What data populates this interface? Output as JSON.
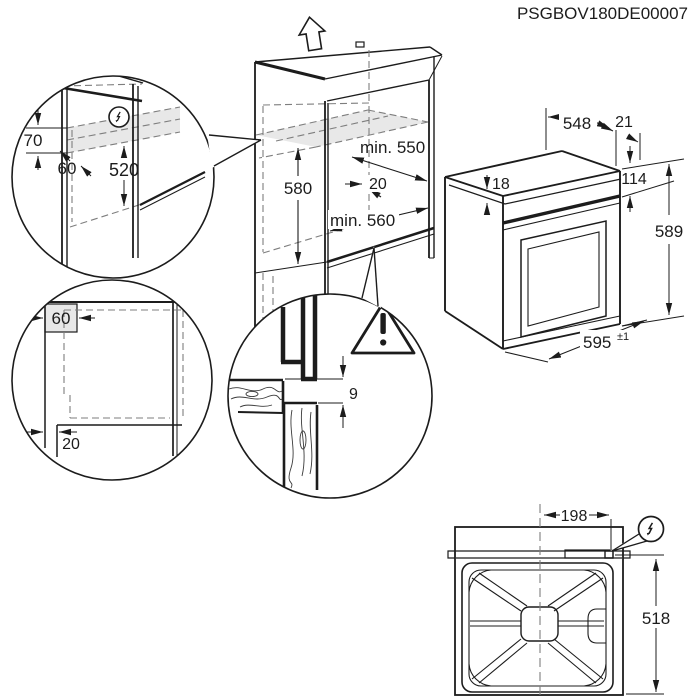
{
  "product_code": "PSGBOV180DE00007",
  "colors": {
    "line": "#1c1c1c",
    "dashed_line": "#7e7e7e",
    "shade": "#e8e8e8",
    "background": "#ffffff"
  },
  "niche_view": {
    "height": "580",
    "depth_min": "min. 550",
    "rear_gap": "20",
    "width_min": "min. 560"
  },
  "detail_electrical_recess": {
    "recess_height": "70",
    "recess_depth": "60",
    "height_above_base": "520"
  },
  "detail_plan_clearance": {
    "rear_corner_clearance": "60",
    "front_clearance": "20"
  },
  "detail_mounting_gap": {
    "gap": "9"
  },
  "oven_view": {
    "body_depth": "548",
    "front_protrusion": "21",
    "top_clearance": "18",
    "panel_height": "114",
    "height": "589",
    "width": "595",
    "width_tolerance": "±1"
  },
  "bottom_view": {
    "mains_offset": "198",
    "depth": "518"
  },
  "icons": {
    "electrical": "lightning-in-circle",
    "warning": "exclamation-triangle",
    "direction": "up-arrow"
  }
}
